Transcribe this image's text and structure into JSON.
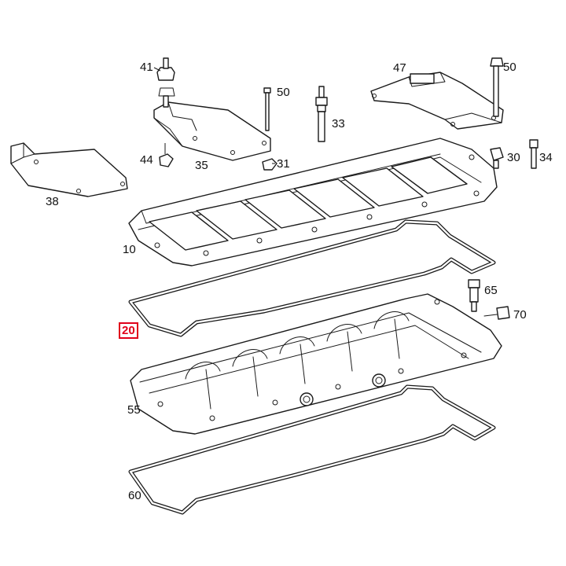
{
  "diagram": {
    "highlight_color": "#e0001a",
    "highlighted_label": "20",
    "labels": {
      "p10": "10",
      "p20": "20",
      "p30": "30",
      "p31": "31",
      "p33": "33",
      "p34": "34",
      "p35": "35",
      "p38": "38",
      "p41": "41",
      "p44": "44",
      "p47": "47",
      "p50a": "50",
      "p50b": "50",
      "p55": "55",
      "p60": "60",
      "p65": "65",
      "p70": "70"
    }
  }
}
